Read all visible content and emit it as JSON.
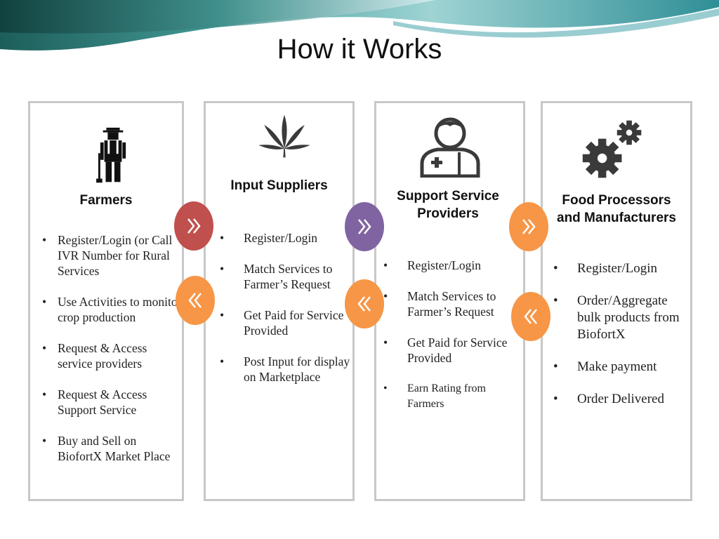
{
  "title": "How it Works",
  "colors": {
    "arrow_red": "#c0504d",
    "arrow_orange": "#f79646",
    "arrow_purple": "#8064a2",
    "header_teal": "#2e8b8b",
    "border": "#c8c8c8"
  },
  "columns": [
    {
      "title": "Farmers",
      "icon": "farmer-icon",
      "items": [
        "Register/Login  (or Call IVR Number for Rural  Services",
        "Use Activities to monitor crop production",
        "Request & Access service providers",
        "Request & Access Support Service",
        "Buy and Sell on BiofortX  Market Place"
      ]
    },
    {
      "title": "Input Suppliers",
      "icon": "leaf-icon",
      "items": [
        "Register/Login",
        "Match Services  to Farmer’s Request",
        "Get Paid for Service Provided",
        "Post Input for display on Marketplace"
      ]
    },
    {
      "title": "Support Service Providers",
      "icon": "doctor-icon",
      "items": [
        "Register/Login",
        "Match Services  to Farmer’s Request",
        "Get Paid for Service Provided",
        "Earn Rating from Farmers"
      ]
    },
    {
      "title": "Food Processors and Manufacturers",
      "icon": "gears-icon",
      "items": [
        "Register/Login",
        "Order/Aggregate bulk products from BiofortX",
        "Make payment",
        "Order Delivered"
      ]
    }
  ],
  "arrows": [
    {
      "direction": "forward",
      "icon": "chevron-double-right-icon",
      "color": "#c0504d"
    },
    {
      "direction": "back",
      "icon": "chevron-double-left-icon",
      "color": "#f79646"
    },
    {
      "direction": "forward",
      "icon": "chevron-double-right-icon",
      "color": "#8064a2"
    },
    {
      "direction": "back",
      "icon": "chevron-double-left-icon",
      "color": "#f79646"
    },
    {
      "direction": "forward",
      "icon": "chevron-double-right-icon",
      "color": "#f79646"
    },
    {
      "direction": "back",
      "icon": "chevron-double-left-icon",
      "color": "#f79646"
    }
  ]
}
